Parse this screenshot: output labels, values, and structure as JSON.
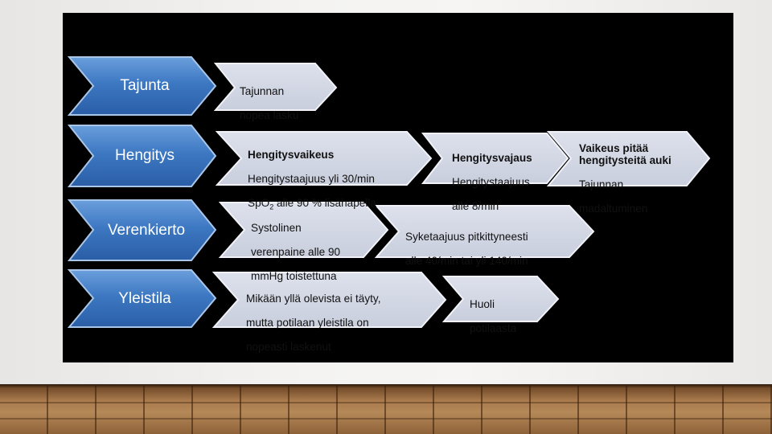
{
  "colors": {
    "panel": "#000000",
    "category_fill": "#3b74bd",
    "category_fill_light": "#5a92d6",
    "category_stroke": "#9fc0e6",
    "box_fill": "#d5d9e6",
    "box_stroke": "#eef0f6"
  },
  "rows": [
    {
      "category": "Tajunta",
      "boxes": [
        {
          "lines": [
            "Tajunnan",
            "nopea lasku"
          ]
        }
      ]
    },
    {
      "category": "Hengitys",
      "boxes": [
        {
          "title": "Hengitysvaikeus",
          "lines": [
            "Hengitystaajuus yli 30/min"
          ],
          "spo2": {
            "prefix": "SpO",
            "sub": "2",
            "suffix": " alle 90 % lisähapella"
          }
        },
        {
          "title": "Hengitysvajaus",
          "lines": [
            "Hengitystaajuus",
            "alle 8/min"
          ]
        },
        {
          "title": "Vaikeus pitää hengitysteitä auki",
          "lines": [
            "Tajunnan",
            "madaltuminen"
          ]
        }
      ]
    },
    {
      "category": "Verenkierto",
      "boxes": [
        {
          "lines": [
            "Systolinen",
            "verenpaine alle 90",
            "mmHg toistettuna"
          ]
        },
        {
          "lines": [
            "Syketaajuus pitkittyneesti",
            "alle 40/min tai yli 140/min"
          ]
        }
      ]
    },
    {
      "category": "Yleistila",
      "boxes": [
        {
          "lines": [
            "Mikään yllä olevista ei täyty,",
            "mutta potilaan yleistila on",
            "nopeasti laskenut"
          ]
        },
        {
          "lines": [
            "Huoli",
            "potilaasta"
          ]
        }
      ]
    }
  ]
}
